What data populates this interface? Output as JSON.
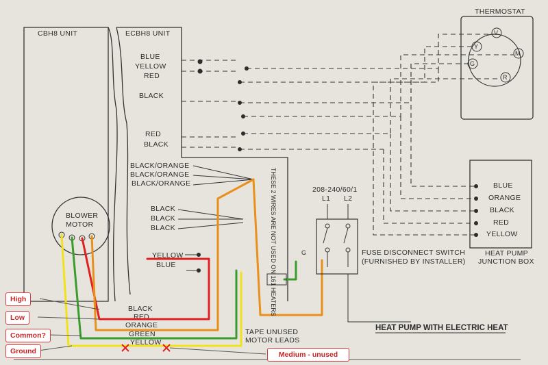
{
  "units": {
    "cbh8": "CBH8 UNIT",
    "ecbh8": "ECBH8 UNIT"
  },
  "thermostat": {
    "title": "THERMOSTAT",
    "terminals": [
      "V",
      "Y",
      "G",
      "M",
      "R"
    ]
  },
  "wire_labels": [
    "BLUE",
    "YELLOW",
    "RED",
    "BLACK",
    "RED",
    "BLACK",
    "BLACK/ORANGE",
    "BLACK/ORANGE",
    "BLACK/ORANGE",
    "BLACK",
    "BLACK",
    "BLACK",
    "YELLOW",
    "BLUE"
  ],
  "motor_leads": [
    "BLACK",
    "RED",
    "ORANGE",
    "GREEN",
    "YELLOW"
  ],
  "blower_motor": [
    "BLOWER",
    "MOTOR"
  ],
  "note_vertical": "THESE 2 WIRES ARE NOT USED ON 161 HEATERS",
  "power": {
    "spec": "208-240/60/1",
    "l1": "L1",
    "l2": "L2",
    "ground": "G"
  },
  "fuse_switch": [
    "FUSE DISCONNECT SWITCH",
    "(FURNISHED BY INSTALLER)"
  ],
  "junction_box": {
    "labels": [
      "BLUE",
      "ORANGE",
      "BLACK",
      "RED",
      "YELLOW"
    ],
    "title": [
      "HEAT PUMP",
      "JUNCTION BOX"
    ]
  },
  "tape_note": [
    "TAPE UNUSED",
    "MOTOR LEADS"
  ],
  "diagram_title": "HEAT PUMP WITH ELECTRIC HEAT",
  "callouts": {
    "high": "High",
    "low": "Low",
    "common": "Common?",
    "ground": "Ground",
    "medium": "Medium - unused"
  },
  "colors": {
    "yellow": "#f2e21c",
    "red": "#e02020",
    "green": "#3b9c2e",
    "orange": "#e8901a",
    "callout_border": "#d73a3a",
    "ink": "#2c2c2c"
  }
}
